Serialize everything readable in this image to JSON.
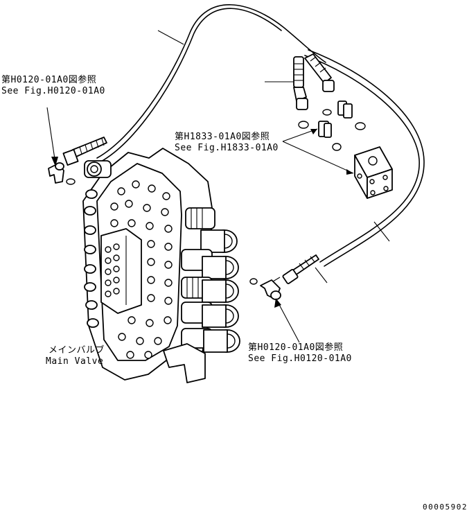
{
  "callouts": {
    "ref_top_left": {
      "jp": "第H0120-01A0図参照",
      "en": "See Fig.H0120-01A0"
    },
    "ref_top_right": {
      "jp": "第H1833-01A0図参照",
      "en": "See Fig.H1833-01A0"
    },
    "ref_bottom_right": {
      "jp": "第H0120-01A0図参照",
      "en": "See Fig.H0120-01A0"
    },
    "main_valve": {
      "jp": "メインバルブ",
      "en": "Main Valve"
    }
  },
  "drawing_number": "00005902"
}
